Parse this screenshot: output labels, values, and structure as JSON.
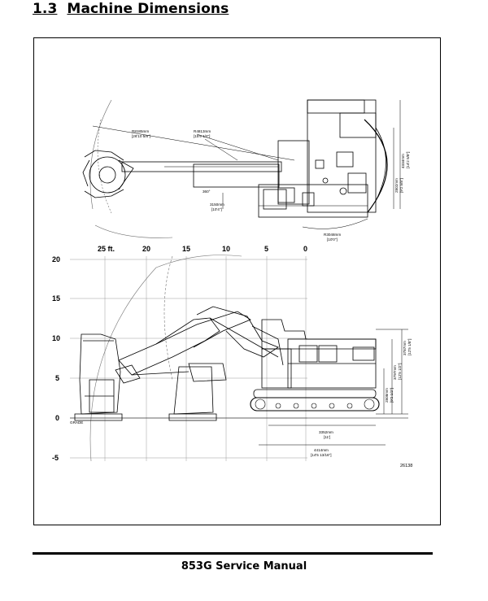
{
  "heading": {
    "number": "1.3",
    "title": "Machine Dimensions"
  },
  "plan_view": {
    "radius_boom": "R8185mm",
    "radius_boom_ft": "[26'10 5/8\"]",
    "radius_mid": "R4813mm",
    "radius_mid_ft": "[15'9 1/2\"]",
    "swing": "360°",
    "track_gauge": "3150mm",
    "track_gauge_ft": "[10'4\"]",
    "tail_radius": "R3048mm",
    "tail_radius_ft": "[10'0\"]",
    "width_outer": "4334mm",
    "width_outer_ft": "[14'2 5/8\"]",
    "width_inner": "2802mm",
    "width_inner_ft": "[9'2 5/8\"]"
  },
  "side_view": {
    "x_ticks": [
      "25 ft.",
      "20",
      "15",
      "10",
      "5",
      "0"
    ],
    "y_ticks": [
      "20",
      "15",
      "10",
      "5",
      "0",
      "-5"
    ],
    "ground_label": "GRADE",
    "track_length": "3352mm",
    "track_length_ft": "[11']",
    "overall_length": "4414mm",
    "overall_length_ft": "[14'5 13/16\"]",
    "height_cab": "3787mm",
    "height_cab_ft": "[12'5 1/8\"]",
    "height_deck": "3797mm",
    "height_deck_ft": "[12'5 1/2\"]",
    "height_track": "2808mm",
    "height_track_ft": "[9'2 1/2\"]",
    "figure_number": "26138"
  },
  "footer": {
    "text": "853G Service Manual"
  }
}
